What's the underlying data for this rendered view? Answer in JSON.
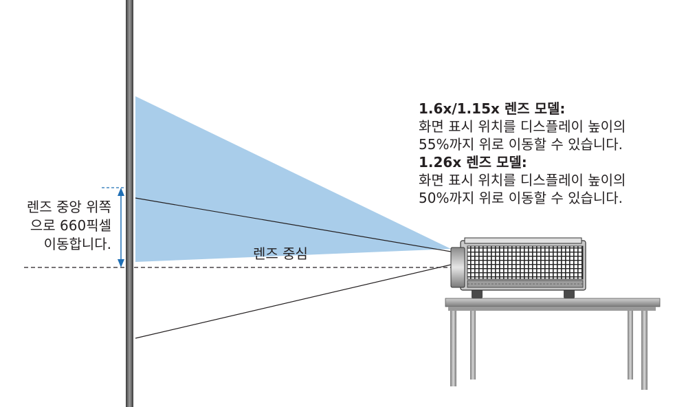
{
  "shift_label": {
    "line1": "렌즈 중앙 위쪽",
    "line2": "으로 660픽셀",
    "line3": "이동합니다."
  },
  "lens_center_label": "렌즈 중심",
  "notes": [
    {
      "heading": "1.6x/1.15x 렌즈 모델:",
      "line1": "화면 표시 위치를 디스플레이 높이의",
      "line2": "55%까지 위로 이동할 수 있습니다."
    },
    {
      "heading": "1.26x 렌즈 모델:",
      "line1": "화면 표시 위치를 디스플레이 높이의",
      "line2": "50%까지 위로 이동할 수 있습니다."
    }
  ],
  "colors": {
    "beam": "#a9cdea",
    "dimension_arrow": "#1f6fb5",
    "screen": "#6b6b6b",
    "table": "#8e8e8e"
  }
}
